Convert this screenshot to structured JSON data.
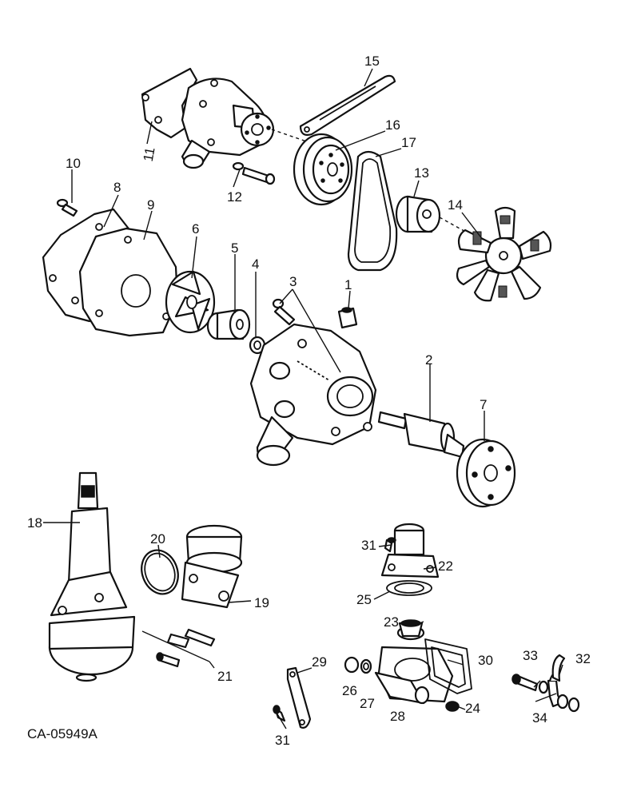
{
  "drawing_code": "CA-05949A",
  "callouts": [
    "1",
    "2",
    "3",
    "4",
    "5",
    "6",
    "7",
    "8",
    "9",
    "10",
    "11",
    "12",
    "13",
    "14",
    "15",
    "16",
    "17",
    "18",
    "19",
    "20",
    "21",
    "22",
    "23",
    "24",
    "25",
    "26",
    "27",
    "28",
    "29",
    "30",
    "31",
    "31",
    "32",
    "33",
    "34"
  ]
}
